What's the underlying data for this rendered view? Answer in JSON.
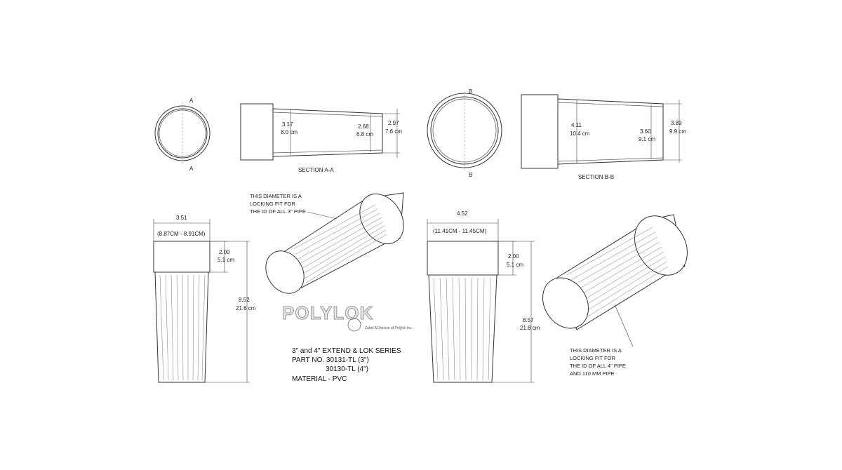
{
  "views": {
    "section_a": {
      "mark_top": "A",
      "mark_bottom": "A",
      "id_inch": "3.17",
      "id_cm": "8.0 cm",
      "end_inch": "2.68",
      "end_cm": "6.8 cm",
      "od_inch": "2.97",
      "od_cm": "7.6 cm",
      "caption": "SECTION A-A"
    },
    "section_b": {
      "mark_top": "B",
      "mark_bottom": "B",
      "id_inch": "4.11",
      "id_cm": "10.4 cm",
      "end_inch": "3.60",
      "end_cm": "9.1 cm",
      "od_inch": "3.89",
      "od_cm": "9.9 cm",
      "caption": "SECTION B-B"
    },
    "side_3in": {
      "width": "3.51",
      "width_range": "(8.87CM - 8.91CM)",
      "collar_inch": "2.00",
      "collar_cm": "5.1 cm",
      "length_inch": "8.52",
      "length_cm": "21.6 cm"
    },
    "side_4in": {
      "width": "4.52",
      "width_range": "(11.41CM - 11.45CM)",
      "collar_inch": "2.00",
      "collar_cm": "5.1 cm",
      "length_inch": "8.57",
      "length_cm": "21.8 cm"
    },
    "note_3in": [
      "THIS DIAMETER IS A",
      "LOCKING FIT FOR",
      "THE ID OF ALL 3\" PIPE"
    ],
    "note_4in": [
      "THIS DIAMETER IS A",
      "LOCKING FIT FOR",
      "THE ID OF ALL 4\" PIPE",
      "AND 110 MM PIPE"
    ]
  },
  "logo": {
    "brand": "POLYLOK",
    "tagline": "Zabel A Division of Polylok Inc."
  },
  "title_block": {
    "series": "3\" and 4\" EXTEND & LOK SERIES",
    "part_line1": "PART NO. 30131-TL  (3\")",
    "part_line2": "30130-TL  (4\")",
    "material": "MATERIAL - PVC"
  }
}
